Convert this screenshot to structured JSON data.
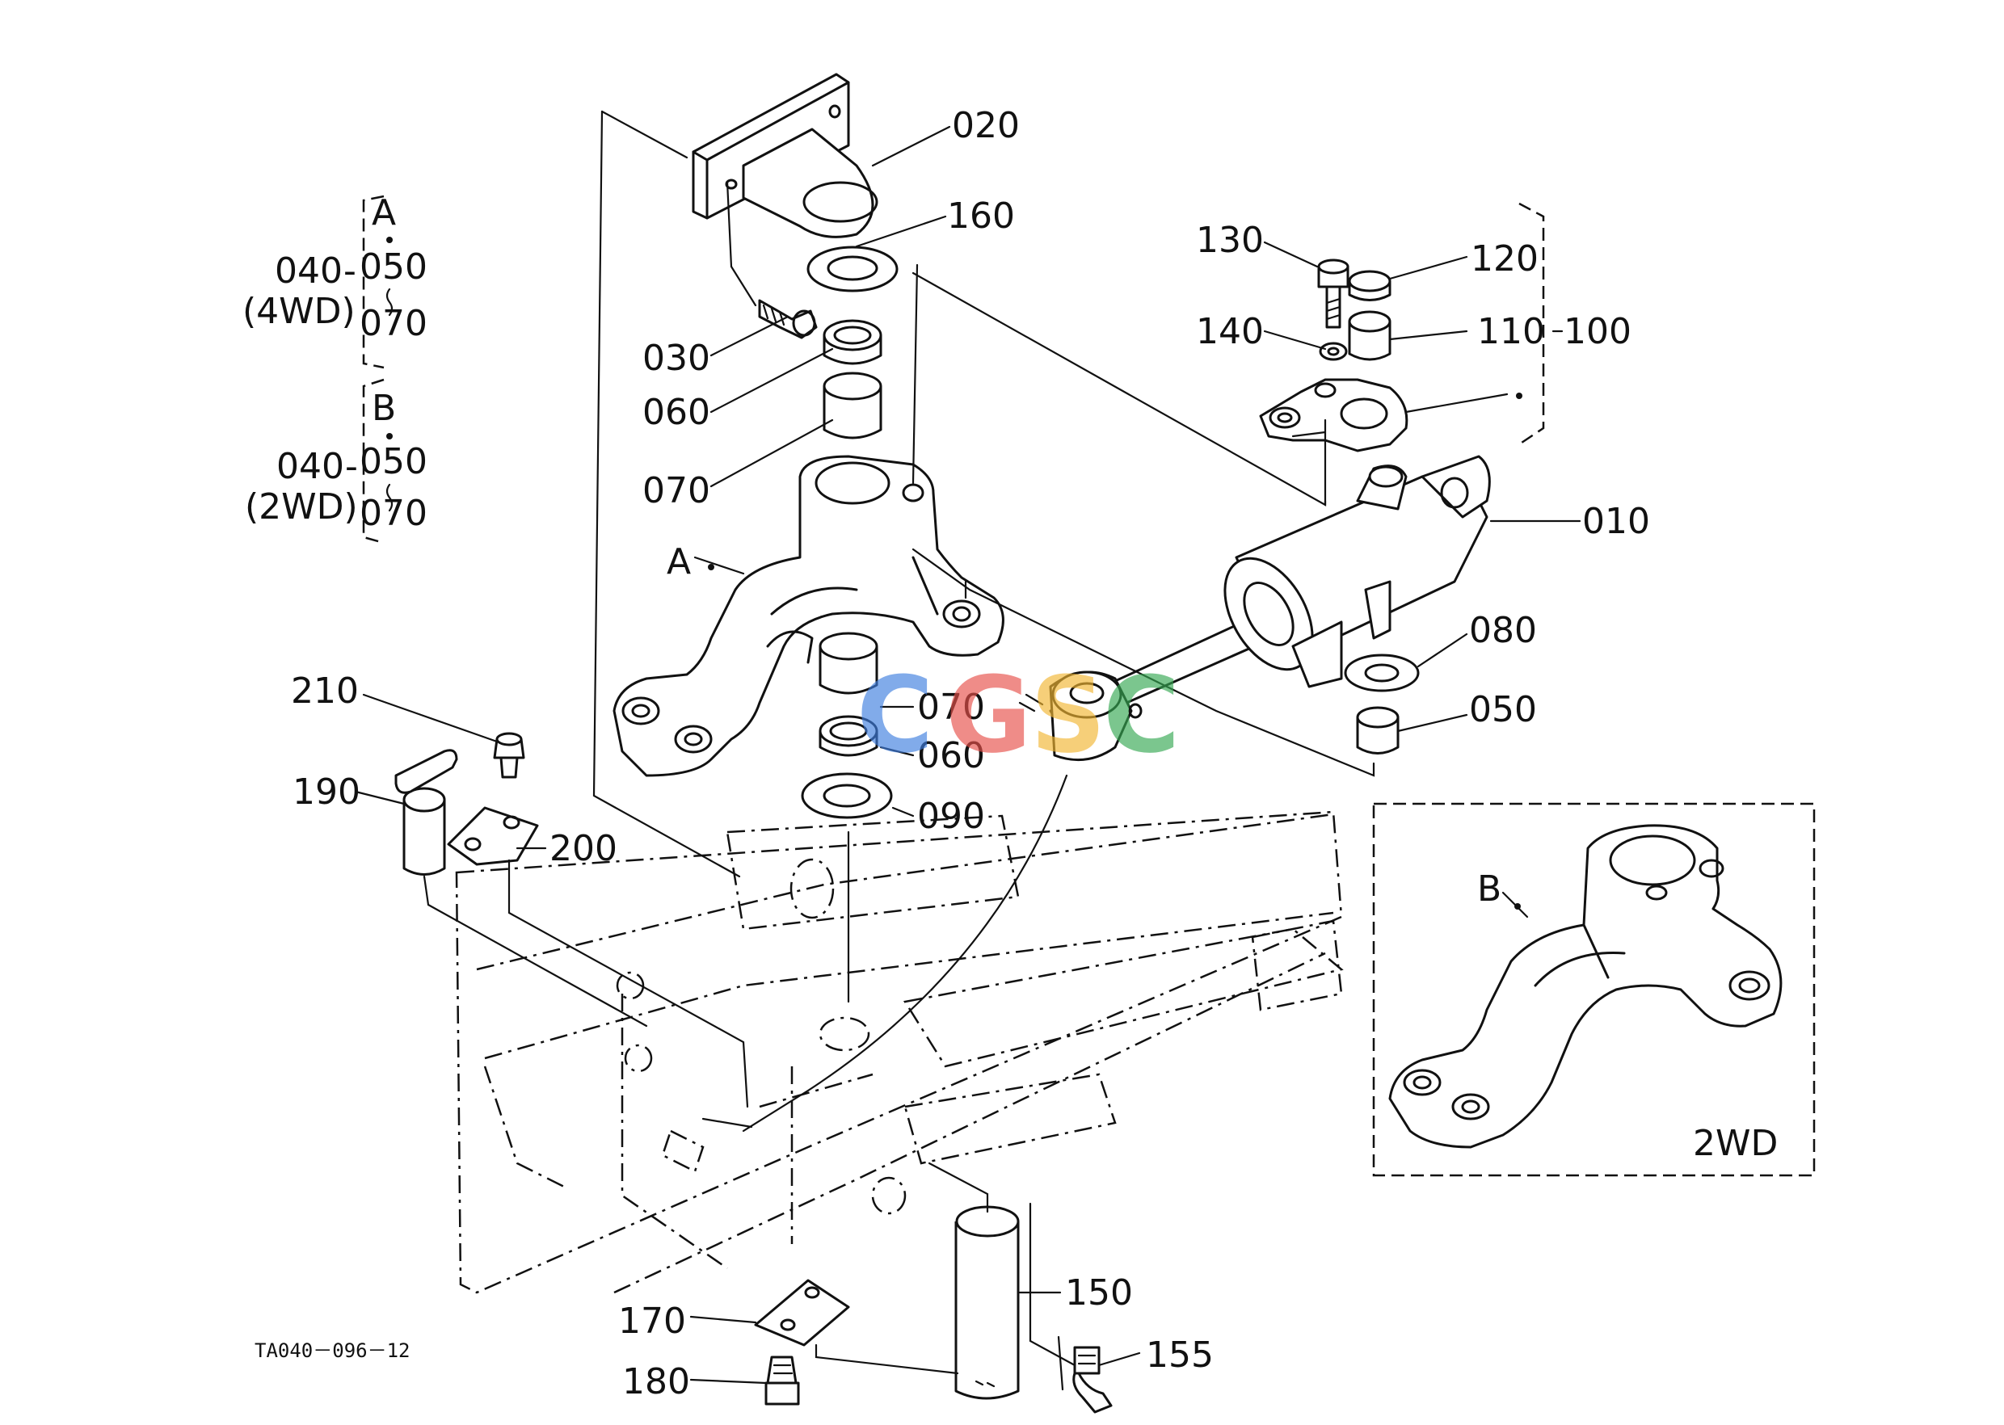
{
  "labels": {
    "l020": "020",
    "l160": "160",
    "l030": "030",
    "l060": "060",
    "l070": "070",
    "l130": "130",
    "l120": "120",
    "l140": "140",
    "l110": "110",
    "l100": "100",
    "l010": "010",
    "l080": "080",
    "l050": "050",
    "lA": "A",
    "l070b": "070",
    "l060b": "060",
    "l090": "090",
    "l210": "210",
    "l190": "190",
    "l200": "200",
    "lB": "B",
    "l2wd": "2WD",
    "l150": "150",
    "l170": "170",
    "l180": "180",
    "l155": "155"
  },
  "legend": {
    "groupA": {
      "letter": "A",
      "code": "040",
      "top": "050",
      "bottom": "070",
      "variant": "(4WD)"
    },
    "groupB": {
      "letter": "B",
      "code": "040",
      "top": "050",
      "bottom": "070",
      "variant": "(2WD)"
    }
  },
  "watermark": {
    "letters": [
      {
        "char": "C",
        "color": "#3f7fe0"
      },
      {
        "char": "G",
        "color": "#e8504a"
      },
      {
        "char": "S",
        "color": "#f2b632"
      },
      {
        "char": "C",
        "color": "#36a852"
      }
    ]
  },
  "drawing_code": "TA040－096－12"
}
